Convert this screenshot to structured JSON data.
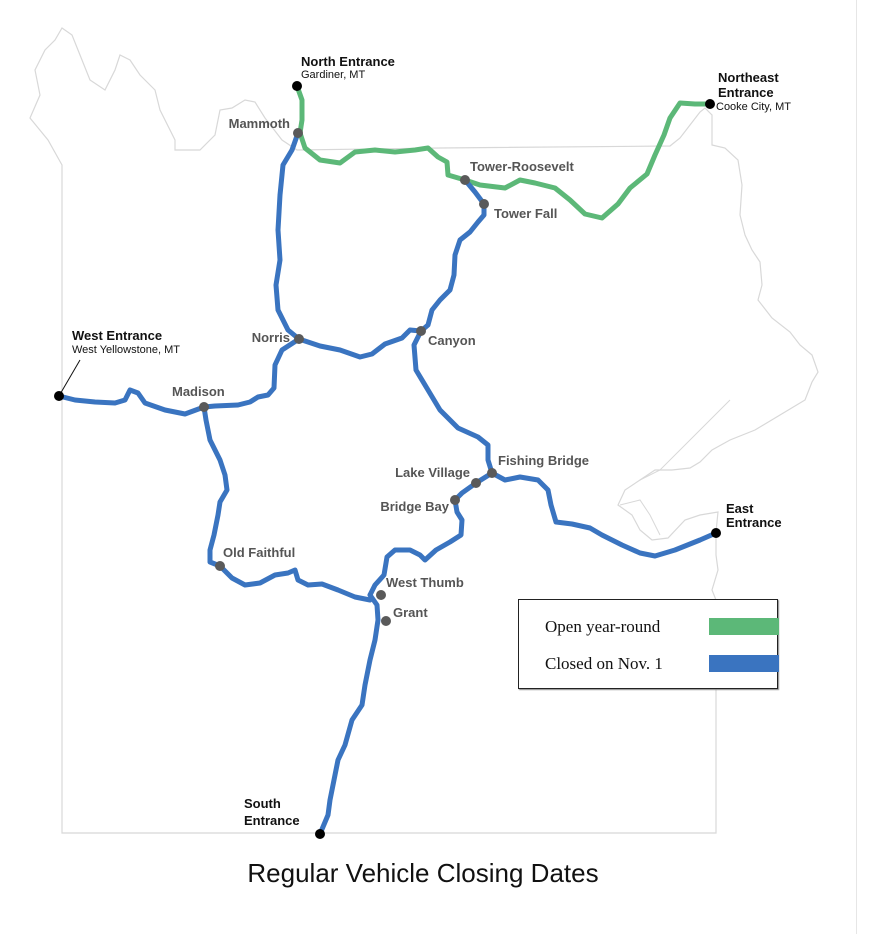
{
  "title": "Regular Vehicle Closing Dates",
  "legend": {
    "open": {
      "label": "Open year-round",
      "color": "#5cb878"
    },
    "closed": {
      "label": "Closed on Nov. 1",
      "color": "#3a74c0"
    }
  },
  "entrances": {
    "north": {
      "name": "North Entrance",
      "town": "Gardiner, MT"
    },
    "northeast": {
      "name1": "Northeast",
      "name2": "Entrance",
      "town": "Cooke City, MT"
    },
    "west": {
      "name": "West Entrance",
      "town": "West Yellowstone, MT"
    },
    "east": {
      "name1": "East",
      "name2": "Entrance"
    },
    "south": {
      "name1": "South",
      "name2": "Entrance"
    }
  },
  "places": {
    "mammoth": "Mammoth",
    "tower_roosevelt": "Tower-Roosevelt",
    "tower_fall": "Tower Fall",
    "norris": "Norris",
    "canyon": "Canyon",
    "madison": "Madison",
    "fishing_bridge": "Fishing Bridge",
    "lake_village": "Lake Village",
    "bridge_bay": "Bridge Bay",
    "old_faithful": "Old Faithful",
    "west_thumb": "West Thumb",
    "grant": "Grant"
  }
}
